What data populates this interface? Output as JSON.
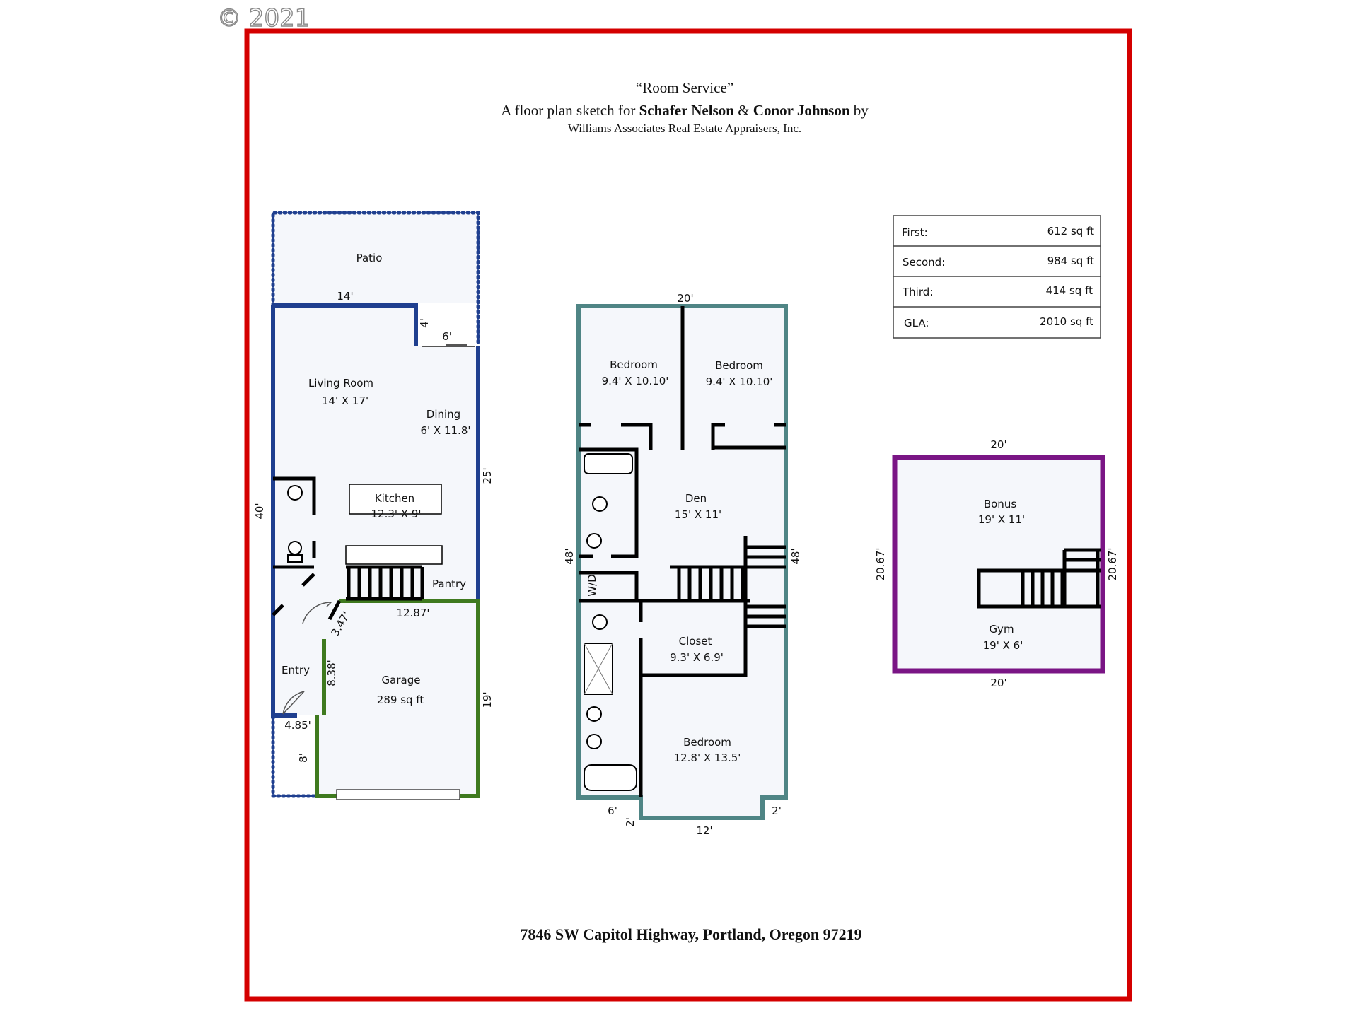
{
  "copyright": "© 2021",
  "header": {
    "title": "“Room Service”",
    "line2_prefix": "A floor plan sketch for ",
    "client1": "Schafer Nelson",
    "amp": " & ",
    "client2": "Conor Johnson",
    "line2_suffix": " by",
    "company": "Williams Associates Real Estate Appraisers, Inc."
  },
  "address": "7846 SW Capitol Highway, Portland, Oregon 97219",
  "area_table": [
    {
      "label": "First:",
      "value": "612 sq ft"
    },
    {
      "label": "Second:",
      "value": "984 sq ft"
    },
    {
      "label": "Third:",
      "value": "414 sq ft"
    },
    {
      "label": "GLA:",
      "value": "2010 sq ft"
    }
  ],
  "colors": {
    "border": "#d40000",
    "first_floor": "#1f3f8f",
    "garage": "#3f7a1f",
    "second_floor": "#4f8585",
    "third_floor": "#7a1585",
    "patio": "#1f3f8f",
    "interior_fill": "#f5f7fb"
  },
  "first_floor": {
    "patio": "Patio",
    "living_name": "Living Room",
    "living_size": "14' X 17'",
    "dining_name": "Dining",
    "dining_size": "6' X 11.8'",
    "kitchen_name": "Kitchen",
    "kitchen_size": "12.3' X 9'",
    "pantry": "Pantry",
    "entry": "Entry",
    "garage_name": "Garage",
    "garage_size": "289 sq ft",
    "dims": {
      "d14": "14'",
      "d4": "4'",
      "d6": "6'",
      "d25": "25'",
      "d40": "40'",
      "d1287": "12.87'",
      "d347": "3.47'",
      "d838": "8.38'",
      "d19": "19'",
      "d485": "4.85'",
      "d8": "8'"
    }
  },
  "second_floor": {
    "bed1_name": "Bedroom",
    "bed1_size": "9.4' X 10.10'",
    "bed2_name": "Bedroom",
    "bed2_size": "9.4' X 10.10'",
    "den_name": "Den",
    "den_size": "15' X 11'",
    "closet_name": "Closet",
    "closet_size": "9.3' X 6.9'",
    "bed3_name": "Bedroom",
    "bed3_size": "12.8' X 13.5'",
    "wd": "W/D",
    "dims": {
      "top": "20'",
      "left": "48'",
      "right": "48'",
      "d6": "6'",
      "d2a": "2'",
      "d12": "12'",
      "d2b": "2'"
    }
  },
  "third_floor": {
    "bonus_name": "Bonus",
    "bonus_size": "19' X 11'",
    "gym_name": "Gym",
    "gym_size": "19' X 6'",
    "dims": {
      "top": "20'",
      "bottom": "20'",
      "left": "20.67'",
      "right": "20.67'"
    }
  }
}
